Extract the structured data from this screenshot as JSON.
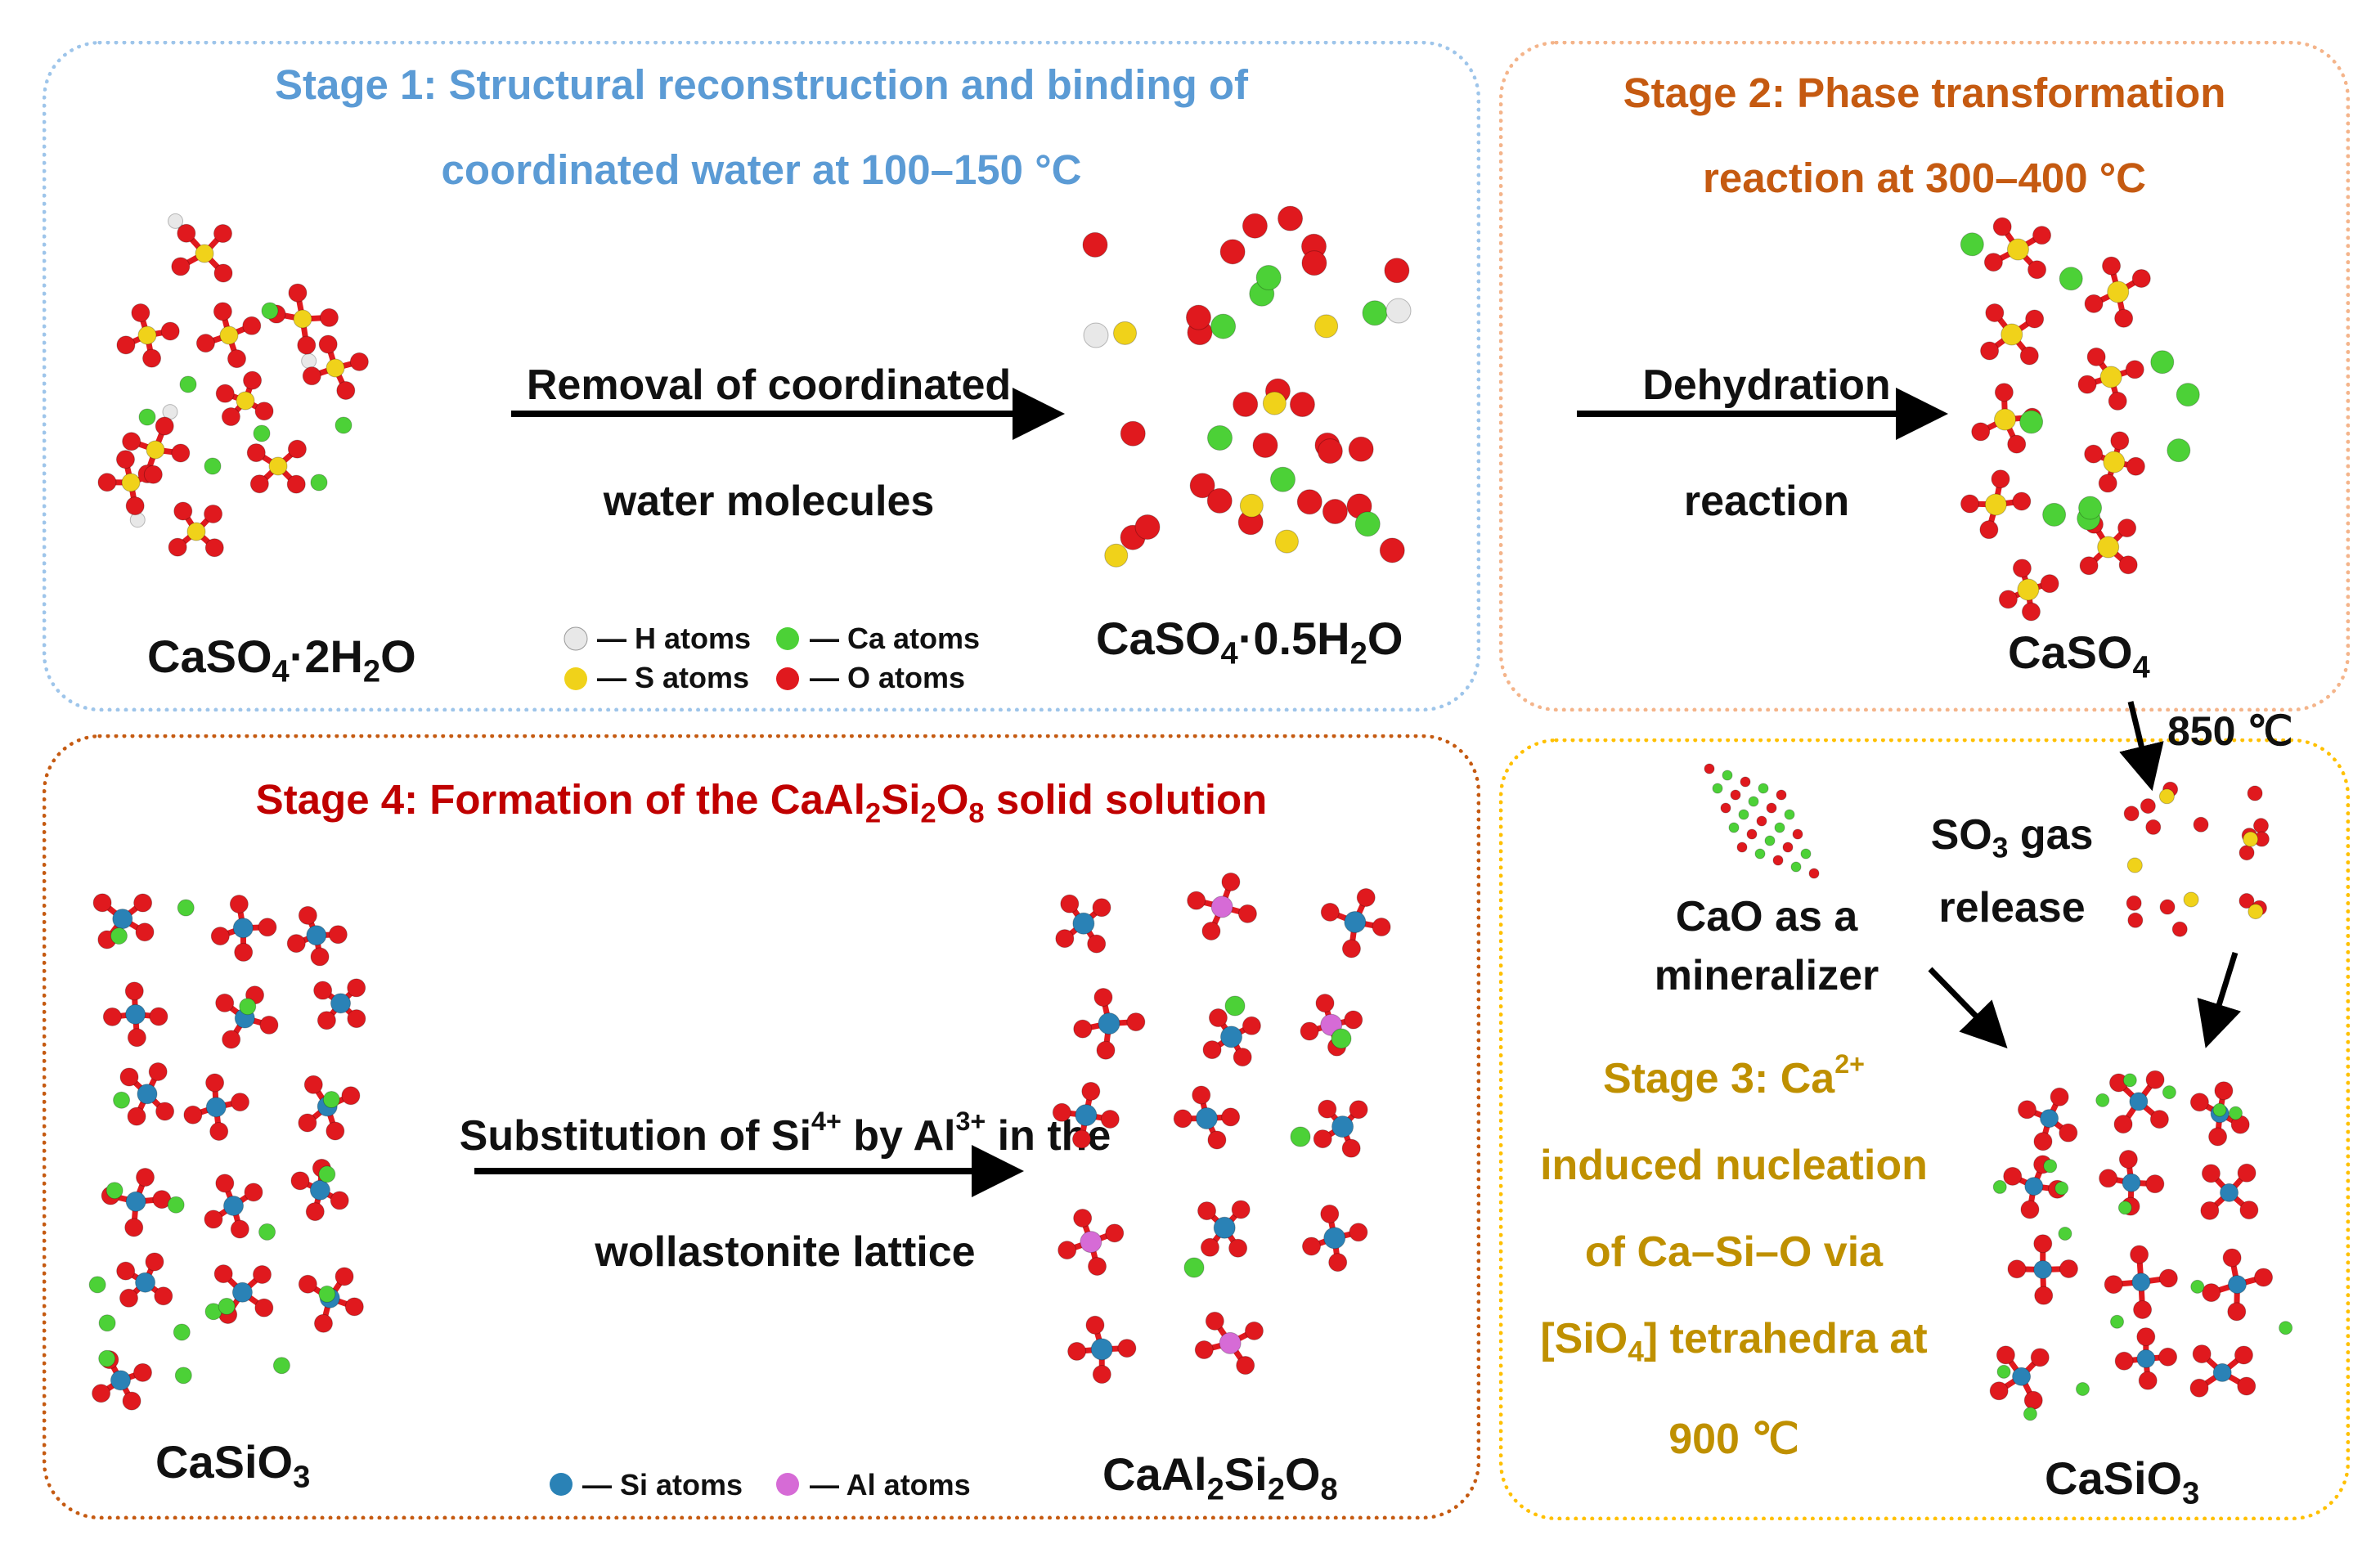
{
  "colors": {
    "stage1": "#5b9bd5",
    "stage2": "#c55a11",
    "stage3": "#bf9000",
    "stage4": "#c00000",
    "oxygen": "#e0191e",
    "calcium": "#4cd137",
    "sulfur": "#f0d21a",
    "hydrogen": "#e8e8e8",
    "silicon": "#2a82b6",
    "aluminum": "#d66bd6"
  },
  "stage1": {
    "title_line1": "Stage 1: Structural reconstruction and binding of",
    "title_line2": "coordinated water at 100–150 °C",
    "arrow_line1": "Removal of coordinated",
    "arrow_line2": "water molecules",
    "reactant": {
      "a": "CaSO",
      "b": "4",
      "c": "·2H",
      "d": "2",
      "e": "O"
    },
    "product": {
      "a": "CaSO",
      "b": "4",
      "c": "·0.5H",
      "d": "2",
      "e": "O"
    },
    "legend": {
      "h": "— H atoms",
      "ca": "— Ca atoms",
      "s": "— S atoms",
      "o": "— O atoms"
    }
  },
  "stage2": {
    "title_line1": "Stage 2: Phase transformation",
    "title_line2": "reaction at 300–400 °C",
    "arrow_line1": "Dehydration",
    "arrow_line2": "reaction",
    "product": {
      "a": "CaSO",
      "b": "4"
    }
  },
  "transition": {
    "temp": "850 ℃"
  },
  "stage3": {
    "so3_a": "SO",
    "so3_b": "3",
    "so3_c": " gas",
    "so3_line2": "release",
    "cao_line1": "CaO as a",
    "cao_line2": "mineralizer",
    "title_l1a": "Stage 3: Ca",
    "title_l1sup": "2+",
    "title_l2": "induced nucleation",
    "title_l3": "of Ca–Si–O via",
    "title_l4a": "[SiO",
    "title_l4sub": "4",
    "title_l4b": "] tetrahedra at",
    "title_l5": "900 ℃",
    "product": {
      "a": "CaSiO",
      "b": "3"
    }
  },
  "stage4": {
    "title_a": "Stage 4: Formation of the CaAl",
    "title_s1": "2",
    "title_b": "Si",
    "title_s2": "2",
    "title_c": "O",
    "title_s3": "8",
    "title_d": " solid solution",
    "arrow_l1a": "Substitution of Si",
    "arrow_sup1": "4+",
    "arrow_l1b": " by Al",
    "arrow_sup2": "3+",
    "arrow_l1c": " in the",
    "arrow_line2": "wollastonite lattice",
    "reactant": {
      "a": "CaSiO",
      "b": "3"
    },
    "product": {
      "a": "CaAl",
      "b": "2",
      "c": "Si",
      "d": "2",
      "e": "O",
      "f": "8"
    },
    "legend": {
      "si": "— Si atoms",
      "al": "— Al atoms"
    }
  }
}
